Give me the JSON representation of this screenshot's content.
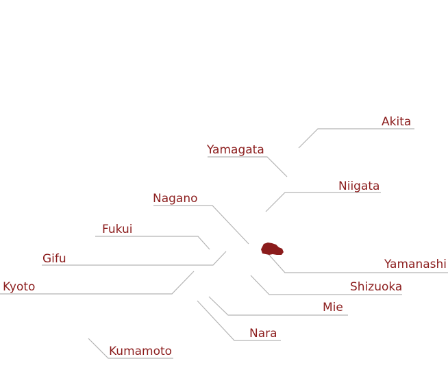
{
  "map": {
    "accent_color": "#8b1c1c",
    "line_color": "#b3b3b3",
    "highlighted_region": "Yamanashi",
    "labels": [
      {
        "id": "akita",
        "text": "Akita"
      },
      {
        "id": "yamagata",
        "text": "Yamagata"
      },
      {
        "id": "niigata",
        "text": "Niigata"
      },
      {
        "id": "nagano",
        "text": "Nagano"
      },
      {
        "id": "fukui",
        "text": "Fukui"
      },
      {
        "id": "gifu",
        "text": "Gifu"
      },
      {
        "id": "yamanashi",
        "text": "Yamanashi"
      },
      {
        "id": "kyoto",
        "text": "Kyoto"
      },
      {
        "id": "shizuoka",
        "text": "Shizuoka"
      },
      {
        "id": "mie",
        "text": "Mie"
      },
      {
        "id": "nara",
        "text": "Nara"
      },
      {
        "id": "kumamoto",
        "text": "Kumamoto"
      }
    ]
  }
}
